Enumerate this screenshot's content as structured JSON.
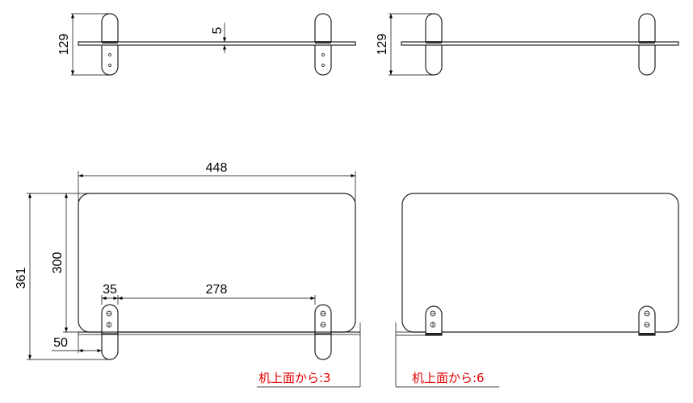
{
  "drawing": {
    "top_left": {
      "height_dim": "129",
      "thickness_dim": "5"
    },
    "top_right": {
      "height_dim": "129"
    },
    "front_left": {
      "width_dim": "448",
      "panel_height_dim": "300",
      "total_height_dim": "361",
      "foot_width_dim": "35",
      "foot_spacing_dim": "278",
      "foot_offset_dim": "50",
      "note": "机上面から:3"
    },
    "front_right": {
      "note": "机上面から:6"
    },
    "colors": {
      "line": "#000000",
      "note": "#e00000"
    }
  }
}
